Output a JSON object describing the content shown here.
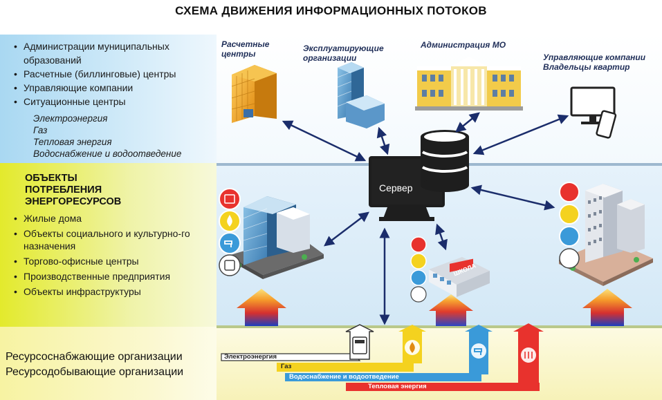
{
  "title": "СХЕМА ДВИЖЕНИЯ ИНФОРМАЦИОННЫХ ПОТОКОВ",
  "left_top": {
    "items": [
      "Администрации муниципальных образований",
      "Расчетные (биллинговые) центры",
      "Управляющие компании",
      "Ситуационные центры"
    ],
    "resources": [
      "Электроэнергия",
      "Газ",
      "Тепловая энергия",
      "Водоснабжение и водоотведение"
    ]
  },
  "left_mid": {
    "heading_lines": [
      "ОБЪЕКТЫ",
      "ПОТРЕБЛЕНИЯ",
      "ЭНЕРГОРЕСУРСОВ"
    ],
    "items": [
      "Жилые дома",
      "Объекты социального и культурно-го назначения",
      "Торгово-офисные центры",
      "Производственные предприятия",
      "Объекты инфраструктуры"
    ]
  },
  "left_bot": {
    "lines": [
      "Ресурсоснабжающие организации",
      "Ресурсодобывающие организации"
    ]
  },
  "nodes": {
    "calc_centers": [
      "Расчетные",
      "центры"
    ],
    "operating_orgs": [
      "Эксплуатирующие",
      "организации"
    ],
    "admin_mo": [
      "Администрация МО"
    ],
    "management": [
      "Управляющие компании",
      "Владельцы квартир"
    ],
    "server": "Сервер",
    "school_sign": "ШКОЛА"
  },
  "bands": {
    "electricity": "Электроэнергия",
    "gas": "Газ",
    "water": "Водоснабжение и водоотведение",
    "heat": "Тепловая энергия"
  },
  "colors": {
    "electricity": "#ffffff",
    "gas": "#f4d21f",
    "water": "#3a9ad9",
    "heat": "#e8322d",
    "arrow": "#1b2d6b"
  },
  "icons": {
    "gas": "flame-icon",
    "water": "faucet-icon",
    "heat": "radiator-icon",
    "electricity": "electric-meter-icon"
  }
}
